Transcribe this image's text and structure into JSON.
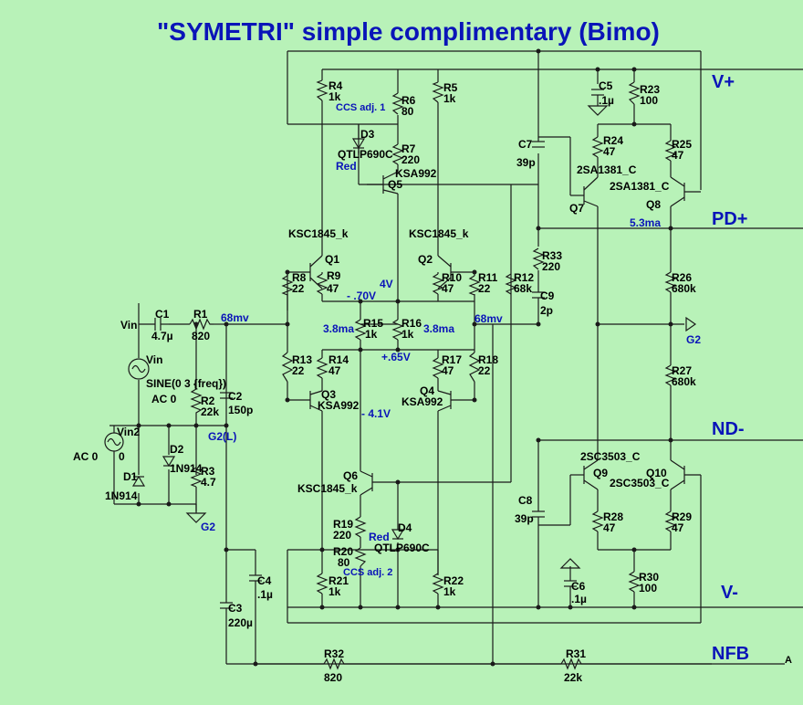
{
  "title": "\"SYMETRI\"  simple complimentary (Bimo)",
  "rails": {
    "vplus": "V+",
    "pdplus": "PD+",
    "ndminus": "ND-",
    "vminus": "V-",
    "nfb": "NFB",
    "a": "A"
  },
  "input": {
    "vin": "Vin",
    "vin_src": "Vin",
    "sine": "SINE(0 3 {freq})",
    "ac0": "AC 0",
    "vin2": "Vin2",
    "ac0_b": "AC 0",
    "zero": "0",
    "d1": "D1",
    "d1_model": "1N914",
    "d2": "D2",
    "d2_model": "1N914"
  },
  "caps": {
    "c1": "C1",
    "c1v": "4.7µ",
    "c2": "C2",
    "c2v": "150p",
    "c3": "C3",
    "c3v": "220µ",
    "c4": "C4",
    "c4v": ".1µ",
    "c5": "C5",
    "c5v": ".1µ",
    "c6": "C6",
    "c6v": ".1µ",
    "c7": "C7",
    "c7v": "39p",
    "c8": "C8",
    "c8v": "39p",
    "c9": "C9",
    "c9v": "2p"
  },
  "resistors": {
    "r1": "R1",
    "r1v": "820",
    "r2": "R2",
    "r2v": "22k",
    "r3": "R3",
    "r3v": "4.7",
    "r4": "R4",
    "r4v": "1k",
    "r5": "R5",
    "r5v": "1k",
    "r6": "R6",
    "r6v": "80",
    "r7": "R7",
    "r7v": "220",
    "r8": "R8",
    "r8v": "22",
    "r9": "R9",
    "r9v": "47",
    "r10": "R10",
    "r10v": "47",
    "r11": "R11",
    "r11v": "22",
    "r12": "R12",
    "r12v": "68k",
    "r13": "R13",
    "r13v": "22",
    "r14": "R14",
    "r14v": "47",
    "r15": "R15",
    "r15v": "1k",
    "r16": "R16",
    "r16v": "1k",
    "r17": "R17",
    "r17v": "47",
    "r18": "R18",
    "r18v": "22",
    "r19": "R19",
    "r19v": "220",
    "r20": "R20",
    "r20v": "80",
    "r21": "R21",
    "r21v": "1k",
    "r22": "R22",
    "r22v": "1k",
    "r23": "R23",
    "r23v": "100",
    "r24": "R24",
    "r24v": "47",
    "r25": "R25",
    "r25v": "47",
    "r26": "R26",
    "r26v": "680k",
    "r27": "R27",
    "r27v": "680k",
    "r28": "R28",
    "r28v": "47",
    "r29": "R29",
    "r29v": "47",
    "r30": "R30",
    "r30v": "100",
    "r31": "R31",
    "r31v": "22k",
    "r32": "R32",
    "r32v": "820",
    "r33": "R33",
    "r33v": "220"
  },
  "transistors": {
    "q1": "Q1",
    "q1m": "KSC1845_k",
    "q2": "Q2",
    "q2m": "KSC1845_k",
    "q3": "Q3",
    "q3m": "KSA992",
    "q4": "Q4",
    "q4m": "KSA992",
    "q5": "Q5",
    "q5m": "KSA992",
    "q6": "Q6",
    "q6m": "KSC1845_k",
    "q7": "Q7",
    "q7m": "2SA1381_C",
    "q8": "Q8",
    "q8m": "2SA1381_C",
    "q9": "Q9",
    "q9m": "2SC3503_C",
    "q10": "Q10",
    "q10m": "2SC3503_C"
  },
  "leds": {
    "d3": "D3",
    "d3m": "QTLP690C",
    "d3c": "Red",
    "d4": "D4",
    "d4m": "QTLP690C",
    "d4c": "Red"
  },
  "annotations": {
    "ccs1": "CCS adj. 1",
    "ccs2": "CCS adj. 2",
    "v68a": "68mv",
    "v68b": "68mv",
    "i38a": "3.8ma",
    "i38b": "3.8ma",
    "v4": "4V",
    "vm70": "- .70V",
    "vp65": "+.65V",
    "vm41": "- 4.1V",
    "i53": "5.3ma",
    "g2": "G2",
    "g2b": "G2",
    "g2l": "G2(L)"
  }
}
